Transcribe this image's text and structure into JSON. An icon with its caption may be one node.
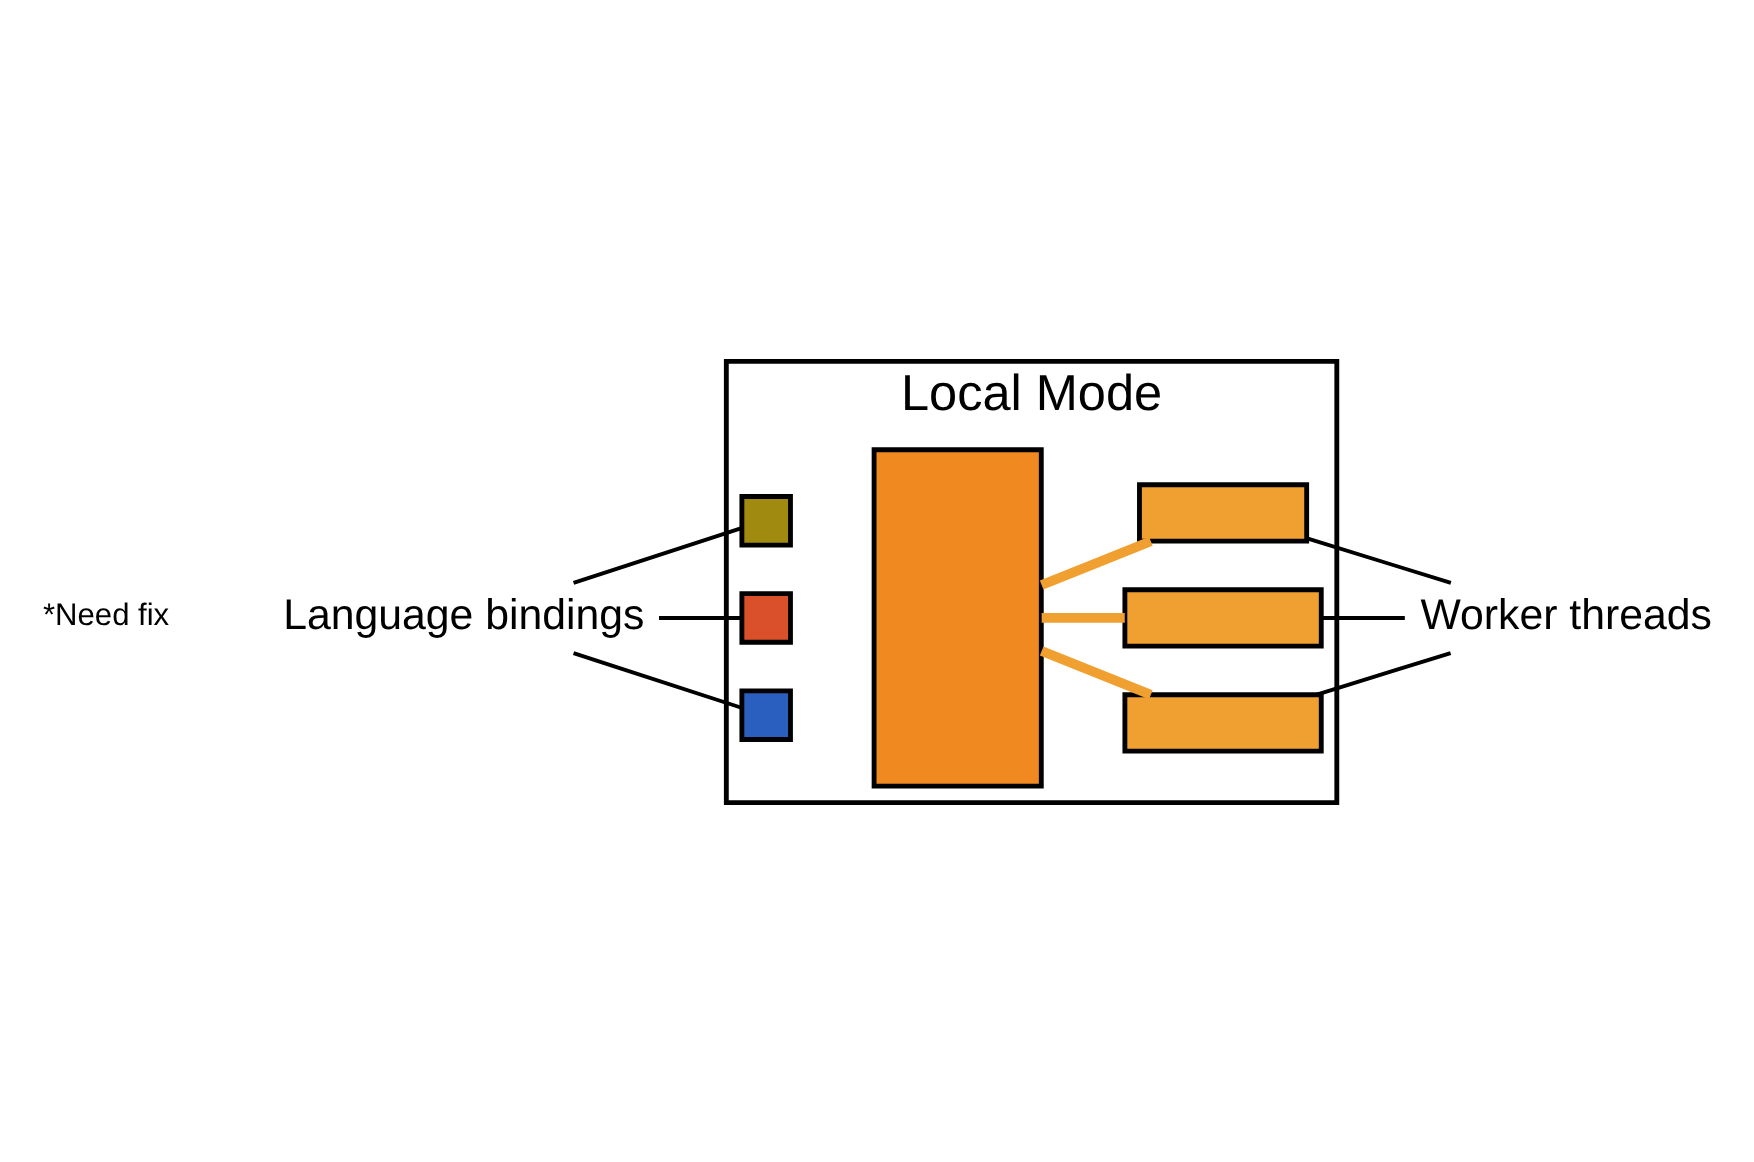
{
  "diagram": {
    "nodes": [
      {
        "text": [
          "Local Mode"
        ]
      },
      {
        "text": [],
        "shape": "box",
        "in": 0
      },
      {
        "text": [],
        "shape": "box",
        "in": 0
      },
      {
        "text": [],
        "shape": "box",
        "in": 0
      },
      {
        "text": [],
        "shape": "box",
        "in": 0
      },
      {
        "text": [],
        "shape": "box",
        "in": 0
      },
      {
        "text": [],
        "shape": "box",
        "in": 0
      },
      {
        "text": [],
        "shape": "box",
        "in": 0
      },
      {
        "text": [
          "Language bindings"
        ]
      },
      {
        "text": [
          "Worker threads"
        ]
      }
    ],
    "edges": [
      {
        "from": 8,
        "to": 1,
        "arrow": "none"
      },
      {
        "from": 8,
        "to": 2,
        "arrow": "none"
      },
      {
        "from": 8,
        "to": 3,
        "arrow": "none"
      },
      {
        "from": 4,
        "to": 5,
        "arrow": "none",
        "style": "thick",
        "color": "#f0a030"
      },
      {
        "from": 4,
        "to": 6,
        "arrow": "none",
        "style": "thick",
        "color": "#f0a030"
      },
      {
        "from": 4,
        "to": 7,
        "arrow": "none",
        "style": "thick",
        "color": "#f0a030"
      },
      {
        "from": 5,
        "to": 9,
        "arrow": "none"
      },
      {
        "from": 6,
        "to": 9,
        "arrow": "none"
      },
      {
        "from": 7,
        "to": 9,
        "arrow": "none"
      }
    ],
    "labels": [
      "*Need fix"
    ]
  }
}
